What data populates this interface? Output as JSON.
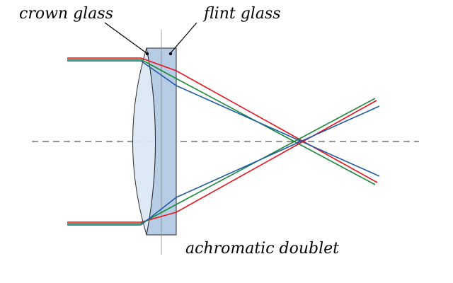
{
  "labels": {
    "crown_glass": "crown glass",
    "flint_glass": "flint glass",
    "achromatic_doublet": "achromatic doublet"
  },
  "colors": {
    "red": "#e8141c",
    "green": "#1b8a3a",
    "blue": "#1f5aa6",
    "crown_fill": "#d9e8f4",
    "flint_fill": "#b7cde6",
    "outline": "#2a2a2a",
    "axis": "#555555"
  },
  "rays": [
    "red",
    "green",
    "blue"
  ]
}
